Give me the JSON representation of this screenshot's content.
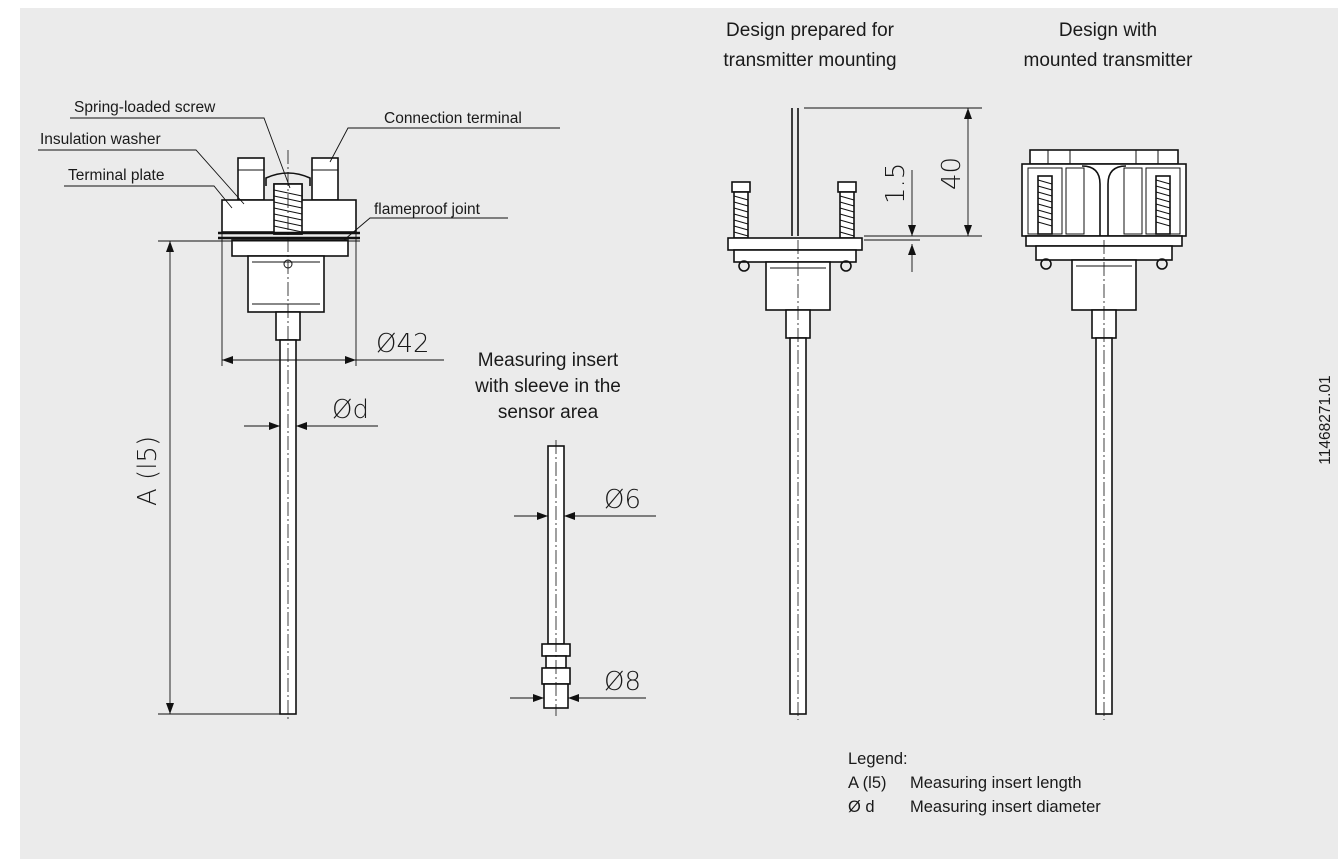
{
  "drawing_number": "11468271.01",
  "titles": {
    "insert": [
      "Measuring insert",
      "with sleeve in the",
      "sensor area"
    ],
    "prepared": [
      "Design prepared for",
      "transmitter mounting"
    ],
    "mounted": [
      "Design with",
      "mounted transmitter"
    ]
  },
  "callouts": {
    "spring_screw": "Spring-loaded screw",
    "insulation_washer": "Insulation washer",
    "terminal_plate": "Terminal plate",
    "connection_terminal": "Connection terminal",
    "flameproof_joint": "flameproof joint"
  },
  "dimensions": {
    "d42": "Ø42",
    "dd": "Ød",
    "a_l5": "A (l5)",
    "d6": "Ø6",
    "d8": "Ø8",
    "h15": "1.5",
    "h40": "40"
  },
  "legend": {
    "title": "Legend:",
    "rows": [
      {
        "symbol": "A (l5)",
        "text": "Measuring insert length"
      },
      {
        "symbol": "Ø d",
        "text": "Measuring insert diameter"
      }
    ]
  }
}
